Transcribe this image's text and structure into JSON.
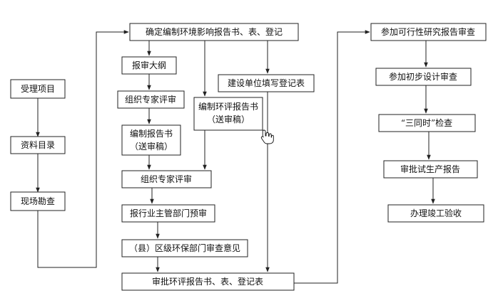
{
  "nodes": {
    "accept_project": "受理项目",
    "data_catalog": "资料目录",
    "site_survey": "现场勘查",
    "determine_eia": "确定编制环境影响报告书、表、登记",
    "report_outline": "报审大纲",
    "expert_review_1": "组织专家评审",
    "compile_report_line1": "编制报告书",
    "compile_report_line2": "（送审稿）",
    "builder_fill_form": "建设单位填写登记表",
    "compile_eia_line1": "编制环评报告书",
    "compile_eia_line2": "（送审稿）",
    "expert_review_2": "组织专家评审",
    "industry_prereview": "报行业主管部门预审",
    "county_env_opinion": "（县）区级环保部门审查意见",
    "approve_eia": "审批环评报告书、表、登记表",
    "feasibility_review": "参加可行性研究报告审查",
    "preliminary_design": "参加初步设计审查",
    "three_simultaneous": "“三同时”检查",
    "trial_production": "审批试生产报告",
    "completion_acceptance": "办理竣工验收"
  }
}
